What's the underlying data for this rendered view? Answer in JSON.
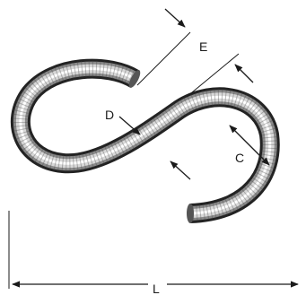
{
  "diagram": {
    "labels": {
      "e": "E",
      "d": "D",
      "c": "C",
      "l": "L"
    },
    "colors": {
      "ink": "#1a1a1a",
      "hook_outline": "#222222",
      "hook_shade": "#7a7a7a",
      "hook_highlight": "#ffffff",
      "background": "#ffffff"
    }
  }
}
